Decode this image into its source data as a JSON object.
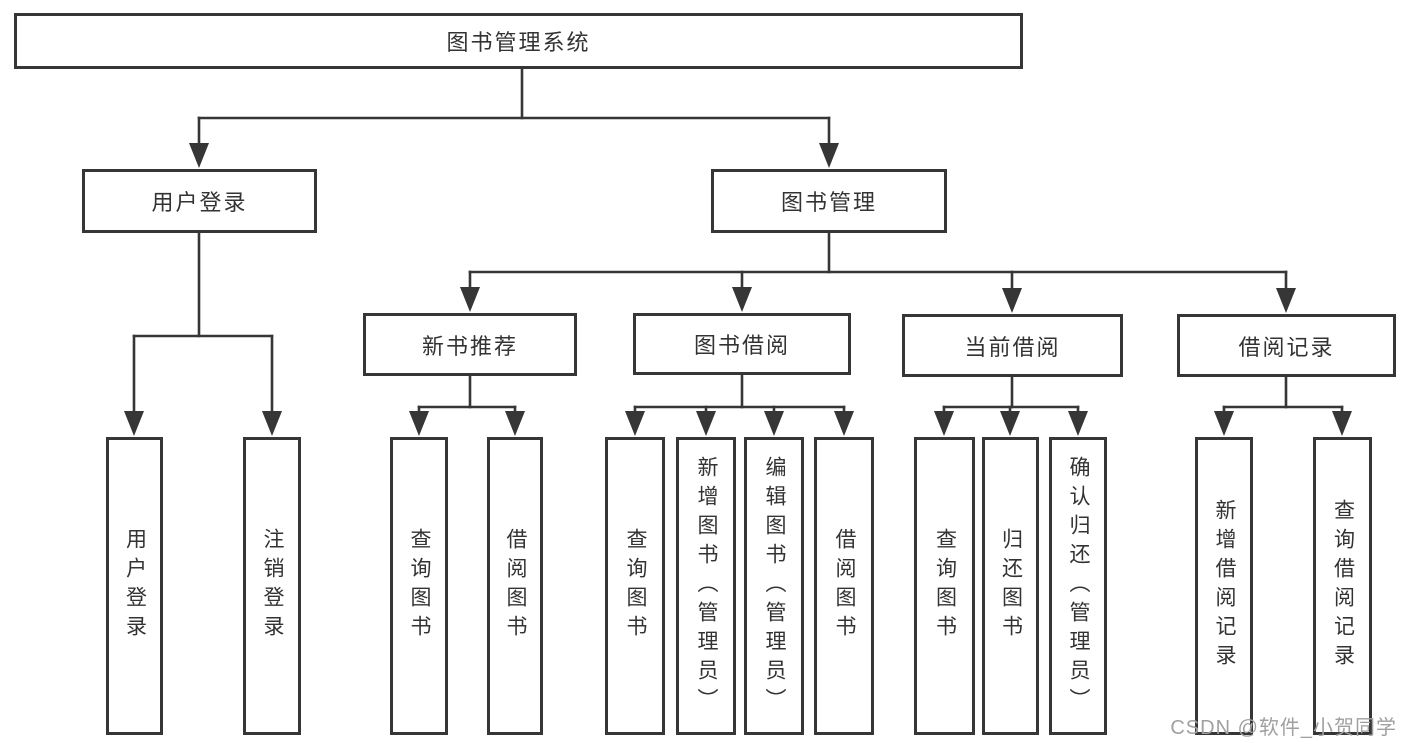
{
  "diagram": {
    "root": {
      "label": "图书管理系统"
    },
    "level2": [
      {
        "label": "用户登录"
      },
      {
        "label": "图书管理"
      }
    ],
    "level3": [
      {
        "label": "新书推荐",
        "parent": "图书管理"
      },
      {
        "label": "图书借阅",
        "parent": "图书管理"
      },
      {
        "label": "当前借阅",
        "parent": "图书管理"
      },
      {
        "label": "借阅记录",
        "parent": "图书管理"
      }
    ],
    "leaves": [
      {
        "label": "用户登录",
        "parent": "用户登录"
      },
      {
        "label": "注销登录",
        "parent": "用户登录"
      },
      {
        "label": "查询图书",
        "parent": "新书推荐"
      },
      {
        "label": "借阅图书",
        "parent": "新书推荐"
      },
      {
        "label": "查询图书",
        "parent": "图书借阅"
      },
      {
        "label": "新增图书（管理员）",
        "parent": "图书借阅"
      },
      {
        "label": "编辑图书（管理员）",
        "parent": "图书借阅"
      },
      {
        "label": "借阅图书",
        "parent": "图书借阅"
      },
      {
        "label": "查询图书",
        "parent": "当前借阅"
      },
      {
        "label": "归还图书",
        "parent": "当前借阅"
      },
      {
        "label": "确认归还（管理员）",
        "parent": "当前借阅"
      },
      {
        "label": "新增借阅记录",
        "parent": "借阅记录"
      },
      {
        "label": "查询借阅记录",
        "parent": "借阅记录"
      }
    ]
  },
  "watermark": {
    "text": "CSDN @软件_小贺同学"
  },
  "colors": {
    "line": "#363636",
    "box_border": "#363636",
    "text": "#333333",
    "box_background": "#ffffff",
    "page_background": "#ffffff",
    "watermark": "#a0a0a0"
  }
}
